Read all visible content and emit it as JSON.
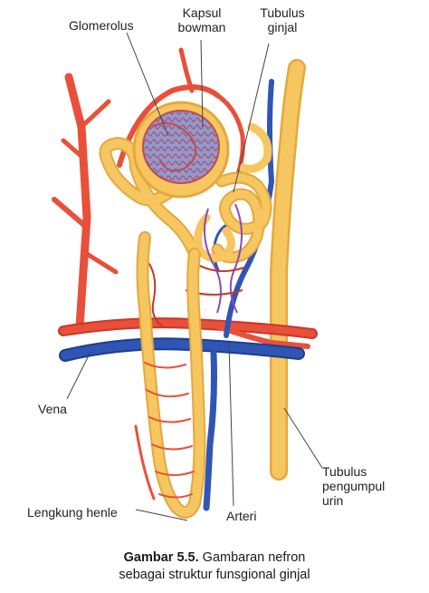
{
  "labels": {
    "glomerolus": "Glomerolus",
    "kapsul": "Kapsul",
    "bowman": "bowman",
    "tubulus_top": "Tubulus",
    "ginjal": "ginjal",
    "vena": "Vena",
    "lengkung": "Lengkung henle",
    "arteri": "Arteri",
    "tubulus_bottom": "Tubulus",
    "pengumpul": "pengumpul",
    "urin": "urin"
  },
  "caption": {
    "prefix": "Gambar 5.5.",
    "line1": " Gambaran nefron",
    "line2": "sebagai struktur funsgional ginjal"
  },
  "colors": {
    "artery": "#e8503a",
    "artery_dark": "#c8382a",
    "vein": "#2f55b5",
    "tubule": "#f6c660",
    "tubule_edge": "#e5a83e",
    "glomerulus": "#7d8fc9",
    "leader": "#444444"
  }
}
